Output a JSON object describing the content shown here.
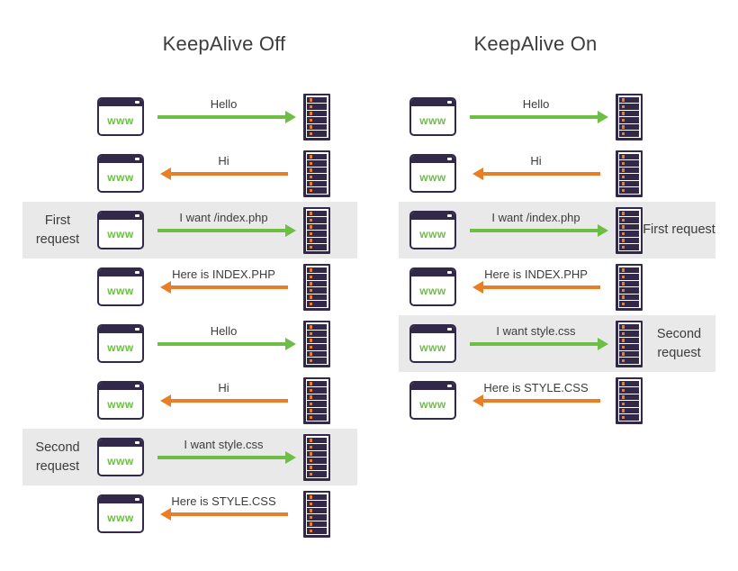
{
  "diagram": {
    "browser_label": "www",
    "colors": {
      "purple": "#32284A",
      "arrow_request_green": "#6CBE45",
      "arrow_response_orange": "#E97E26",
      "highlight_band": "#E9E9E9",
      "text": "#3C3C3C",
      "server_led_orange": "#EE7D1C"
    },
    "columns": [
      {
        "id": "keepalive-off",
        "title": "KeepAlive Off",
        "label_side": "left",
        "rows": [
          {
            "message": "Hello",
            "direction": "right",
            "note": "",
            "highlight": false
          },
          {
            "message": "Hi",
            "direction": "left",
            "note": "",
            "highlight": false
          },
          {
            "message": "I want /index.php",
            "direction": "right",
            "note": "First request",
            "highlight": true
          },
          {
            "message": "Here is INDEX.PHP",
            "direction": "left",
            "note": "",
            "highlight": false
          },
          {
            "message": "Hello",
            "direction": "right",
            "note": "",
            "highlight": false
          },
          {
            "message": "Hi",
            "direction": "left",
            "note": "",
            "highlight": false
          },
          {
            "message": "I want style.css",
            "direction": "right",
            "note": "Second request",
            "highlight": true
          },
          {
            "message": "Here is STYLE.CSS",
            "direction": "left",
            "note": "",
            "highlight": false
          }
        ]
      },
      {
        "id": "keepalive-on",
        "title": "KeepAlive On",
        "label_side": "right",
        "rows": [
          {
            "message": "Hello",
            "direction": "right",
            "note": "",
            "highlight": false
          },
          {
            "message": "Hi",
            "direction": "left",
            "note": "",
            "highlight": false
          },
          {
            "message": "I want /index.php",
            "direction": "right",
            "note": "First request",
            "highlight": true
          },
          {
            "message": "Here is INDEX.PHP",
            "direction": "left",
            "note": "",
            "highlight": false
          },
          {
            "message": "I want style.css",
            "direction": "right",
            "note": "Second request",
            "highlight": true
          },
          {
            "message": "Here is STYLE.CSS",
            "direction": "left",
            "note": "",
            "highlight": false
          }
        ]
      }
    ]
  }
}
